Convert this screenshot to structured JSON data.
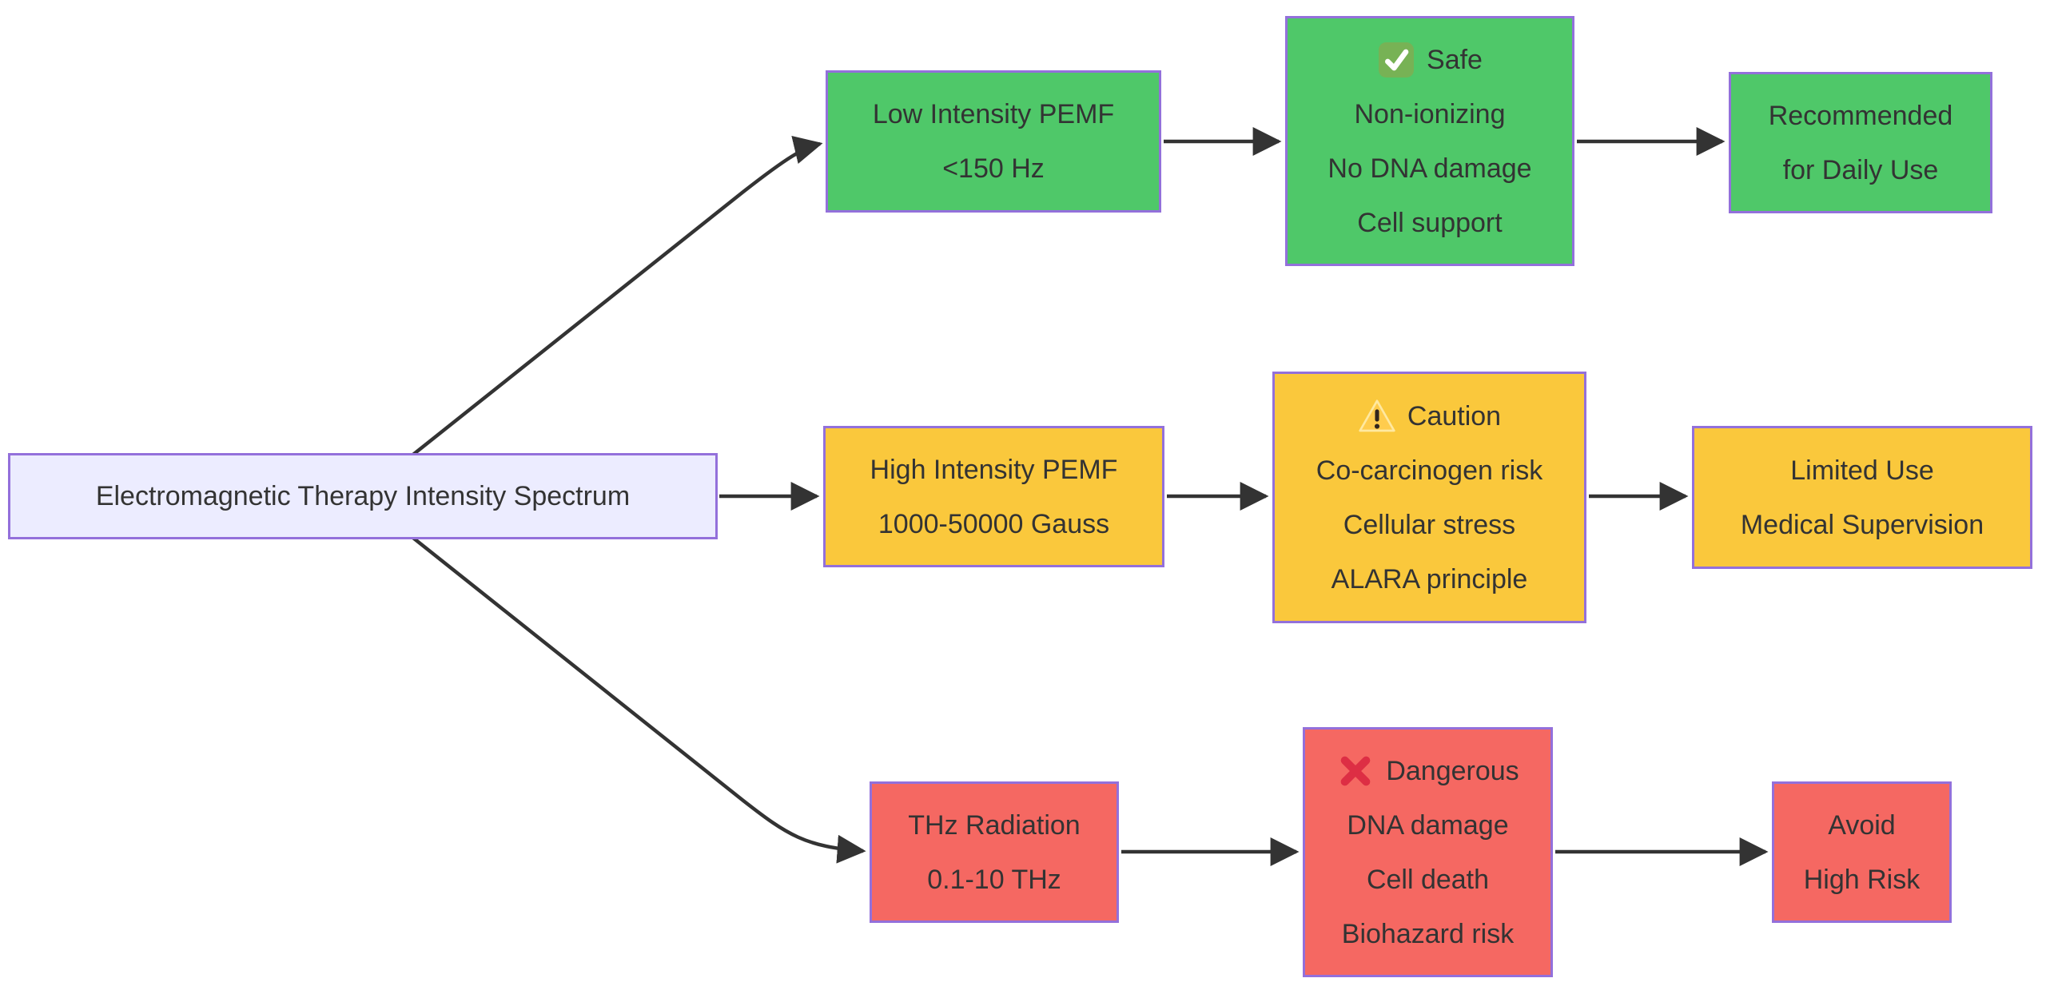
{
  "theme": {
    "background": "#ffffff",
    "node_border": "#9370DB",
    "root_fill": "#ECECFF",
    "text_color": "#333333",
    "edge_color": "#333333",
    "safe_fill": "#4FC869",
    "caution_fill": "#FAC83C",
    "danger_fill": "#F56862"
  },
  "root": {
    "label": "Electromagnetic Therapy Intensity Spectrum"
  },
  "branches": [
    {
      "name": "safe",
      "fill": "#4FC869",
      "stage1": {
        "lines": [
          "Low Intensity PEMF",
          "<150 Hz"
        ]
      },
      "stage2": {
        "icon": "check-icon",
        "icon_char": "✅",
        "title": "Safe",
        "lines": [
          "Non-ionizing",
          "No DNA damage",
          "Cell support"
        ]
      },
      "stage3": {
        "lines": [
          "Recommended",
          "for Daily Use"
        ]
      }
    },
    {
      "name": "caution",
      "fill": "#FAC83C",
      "stage1": {
        "lines": [
          "High Intensity PEMF",
          "1000-50000 Gauss"
        ]
      },
      "stage2": {
        "icon": "warning-icon",
        "icon_char": "⚠️",
        "title": "Caution",
        "lines": [
          "Co-carcinogen risk",
          "Cellular stress",
          "ALARA principle"
        ]
      },
      "stage3": {
        "lines": [
          "Limited Use",
          "Medical Supervision"
        ]
      }
    },
    {
      "name": "danger",
      "fill": "#F56862",
      "stage1": {
        "lines": [
          "THz Radiation",
          "0.1-10 THz"
        ]
      },
      "stage2": {
        "icon": "cross-icon",
        "icon_char": "❌",
        "title": "Dangerous",
        "lines": [
          "DNA damage",
          "Cell death",
          "Biohazard risk"
        ]
      },
      "stage3": {
        "lines": [
          "Avoid",
          "High Risk"
        ]
      }
    }
  ]
}
